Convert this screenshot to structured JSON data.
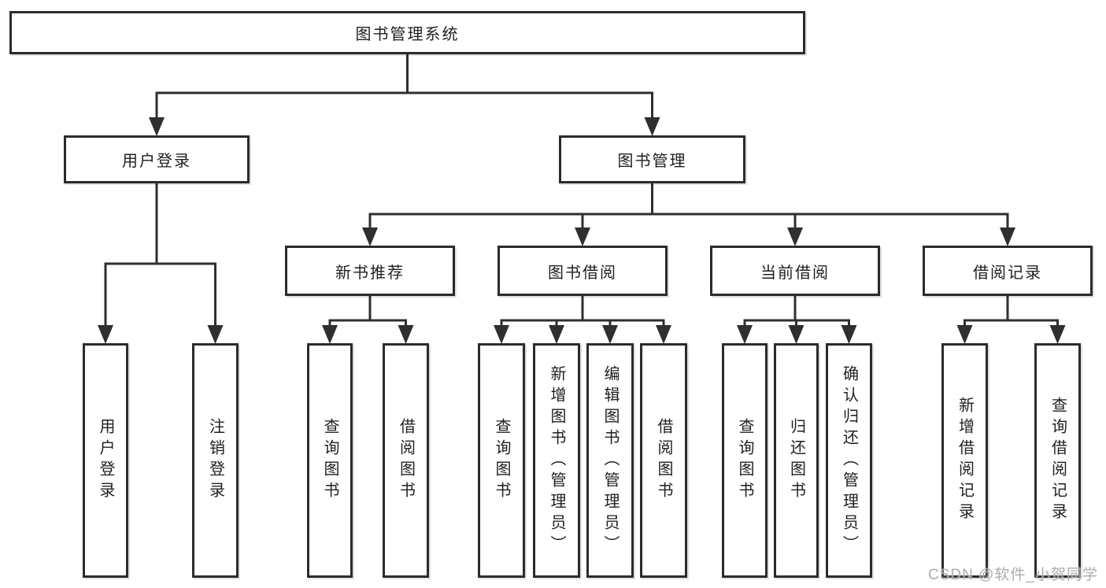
{
  "diagram": {
    "title": "图书管理系统",
    "colors": {
      "line": "#2f2f2f",
      "box_border": "#2b2b2b",
      "text": "#1f1f1f",
      "background": "#ffffff",
      "watermark": "#a8a8a8"
    },
    "nodes": [
      {
        "id": "root",
        "label": "图书管理系统",
        "orientation": "horizontal"
      },
      {
        "id": "user-login-module",
        "label": "用户登录",
        "orientation": "horizontal"
      },
      {
        "id": "book-mgmt-module",
        "label": "图书管理",
        "orientation": "horizontal"
      },
      {
        "id": "new-book-rec",
        "label": "新书推荐",
        "orientation": "horizontal"
      },
      {
        "id": "book-borrow",
        "label": "图书借阅",
        "orientation": "horizontal"
      },
      {
        "id": "current-borrow",
        "label": "当前借阅",
        "orientation": "horizontal"
      },
      {
        "id": "borrow-records",
        "label": "借阅记录",
        "orientation": "horizontal"
      },
      {
        "id": "user-login",
        "label": "用户登录",
        "orientation": "vertical"
      },
      {
        "id": "logout",
        "label": "注销登录",
        "orientation": "vertical"
      },
      {
        "id": "query-book-rec",
        "label": "查询图书",
        "orientation": "vertical"
      },
      {
        "id": "borrow-book-rec",
        "label": "借阅图书",
        "orientation": "vertical"
      },
      {
        "id": "query-book-borrow",
        "label": "查询图书",
        "orientation": "vertical"
      },
      {
        "id": "add-book-admin",
        "label": "新增图书（管理员）",
        "orientation": "vertical"
      },
      {
        "id": "edit-book-admin",
        "label": "编辑图书（管理员）",
        "orientation": "vertical"
      },
      {
        "id": "borrow-book",
        "label": "借阅图书",
        "orientation": "vertical"
      },
      {
        "id": "query-book-current",
        "label": "查询图书",
        "orientation": "vertical"
      },
      {
        "id": "return-book",
        "label": "归还图书",
        "orientation": "vertical"
      },
      {
        "id": "confirm-return-admin",
        "label": "确认归还（管理员）",
        "orientation": "vertical"
      },
      {
        "id": "add-borrow-record",
        "label": "新增借阅记录",
        "orientation": "vertical"
      },
      {
        "id": "query-borrow-record",
        "label": "查询借阅记录",
        "orientation": "vertical"
      }
    ],
    "edges": [
      {
        "from": "root",
        "to": [
          "user-login-module",
          "book-mgmt-module"
        ]
      },
      {
        "from": "user-login-module",
        "to": [
          "user-login",
          "logout"
        ]
      },
      {
        "from": "book-mgmt-module",
        "to": [
          "new-book-rec",
          "book-borrow",
          "current-borrow",
          "borrow-records"
        ]
      },
      {
        "from": "new-book-rec",
        "to": [
          "query-book-rec",
          "borrow-book-rec"
        ]
      },
      {
        "from": "book-borrow",
        "to": [
          "query-book-borrow",
          "add-book-admin",
          "edit-book-admin",
          "borrow-book"
        ]
      },
      {
        "from": "current-borrow",
        "to": [
          "query-book-current",
          "return-book",
          "confirm-return-admin"
        ]
      },
      {
        "from": "borrow-records",
        "to": [
          "add-borrow-record",
          "query-borrow-record"
        ]
      }
    ]
  },
  "watermark": {
    "text": "CSDN @软件_小贺同学"
  }
}
